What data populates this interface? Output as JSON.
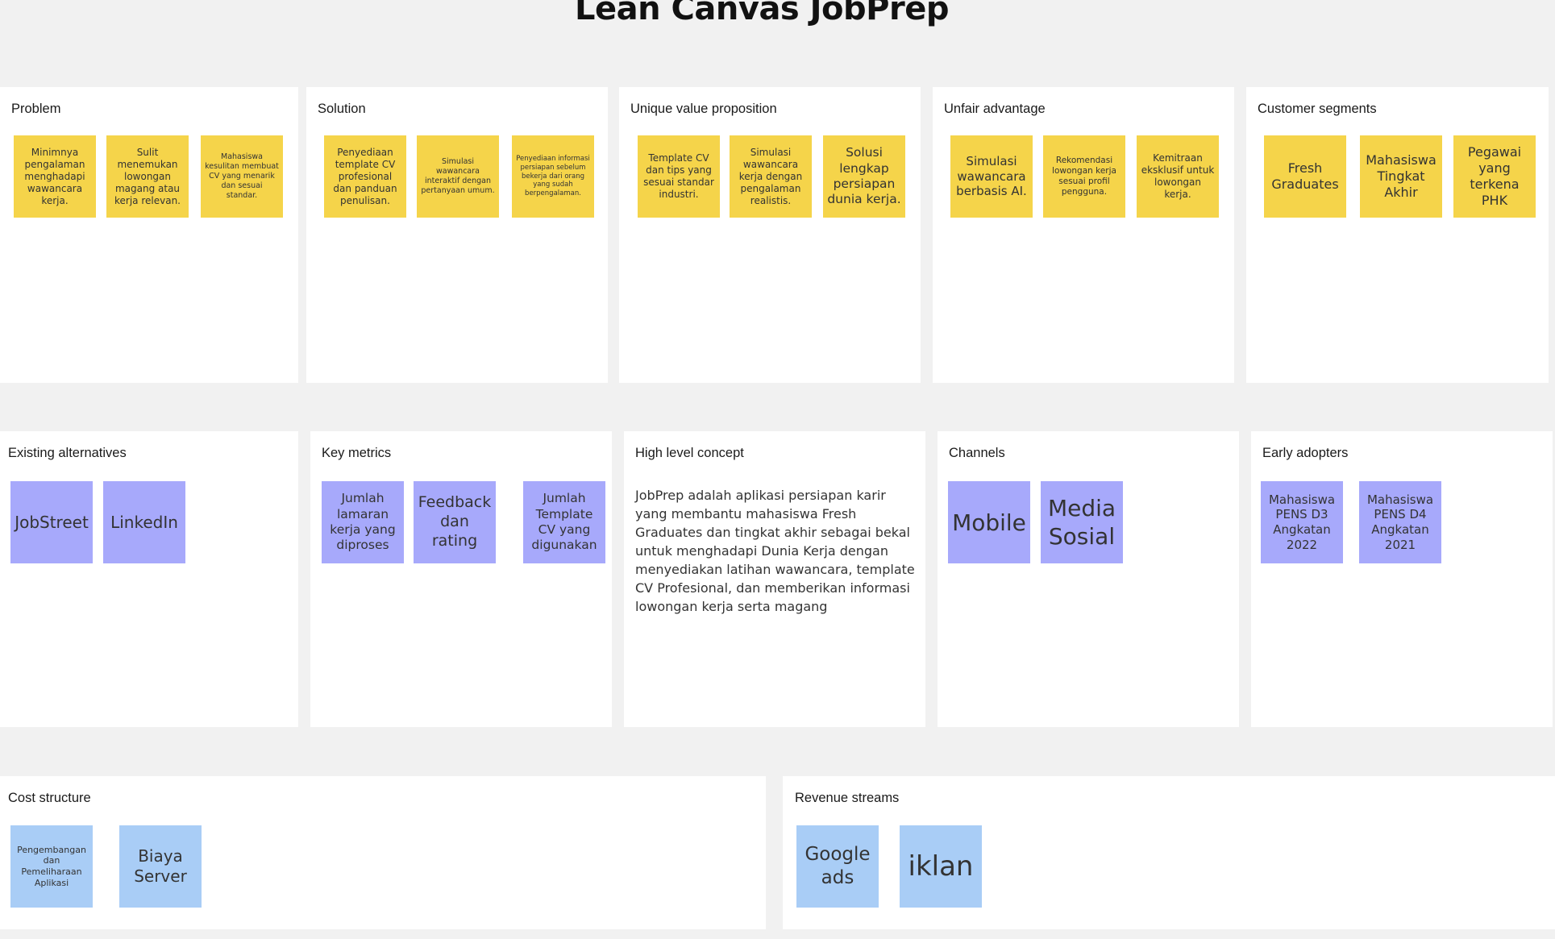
{
  "title": "Lean Canvas JobPrep",
  "panels": {
    "problem": {
      "label": "Problem",
      "notes": [
        "Minimnya pengalaman menghadapi wawancara kerja.",
        "Sulit menemukan lowongan magang atau kerja relevan.",
        "Mahasiswa kesulitan membuat CV yang menarik dan sesuai standar."
      ]
    },
    "solution": {
      "label": "Solution",
      "notes": [
        "Penyediaan template CV profesional dan panduan penulisan.",
        "Simulasi wawancara interaktif dengan pertanyaan umum.",
        "Penyediaan informasi persiapan sebelum bekerja dari orang yang sudah berpengalaman."
      ]
    },
    "uvp": {
      "label": "Unique value proposition",
      "notes": [
        "Template CV dan tips yang sesuai standar industri.",
        "Simulasi wawancara kerja dengan pengalaman realistis.",
        "Solusi lengkap persiapan dunia kerja."
      ]
    },
    "unfair": {
      "label": "Unfair advantage",
      "notes": [
        "Simulasi wawancara berbasis AI.",
        "Rekomendasi lowongan kerja sesuai profil pengguna.",
        "Kemitraan eksklusif untuk lowongan kerja."
      ]
    },
    "segments": {
      "label": "Customer segments",
      "notes": [
        "Fresh Graduates",
        "Mahasiswa Tingkat Akhir",
        "Pegawai yang terkena PHK"
      ]
    },
    "alternatives": {
      "label": "Existing alternatives",
      "notes": [
        "JobStreet",
        "LinkedIn"
      ]
    },
    "metrics": {
      "label": "Key metrics",
      "notes": [
        "Jumlah lamaran kerja yang diproses",
        "Feedback dan rating",
        "Jumlah Template CV yang digunakan"
      ]
    },
    "concept": {
      "label": "High level concept",
      "text": "JobPrep adalah aplikasi persiapan karir yang membantu mahasiswa Fresh Graduates dan tingkat akhir sebagai bekal untuk menghadapi Dunia Kerja dengan menyediakan latihan wawancara, template CV Profesional, dan memberikan informasi lowongan kerja serta magang"
    },
    "channels": {
      "label": "Channels",
      "notes": [
        "Mobile",
        "Media Sosial"
      ]
    },
    "early": {
      "label": "Early adopters",
      "notes": [
        "Mahasiswa PENS D3 Angkatan 2022",
        "Mahasiswa PENS D4 Angkatan 2021"
      ]
    },
    "cost": {
      "label": "Cost structure",
      "notes": [
        "Pengembangan dan Pemeliharaan Aplikasi",
        "Biaya Server"
      ]
    },
    "revenue": {
      "label": "Revenue streams",
      "notes": [
        "Google ads",
        "iklan"
      ]
    }
  },
  "colors": {
    "yellow_note": "#f5d44a",
    "purple_note": "#a7a9fb",
    "blue_note": "#a9cdf6",
    "background": "#f1f1f1"
  }
}
